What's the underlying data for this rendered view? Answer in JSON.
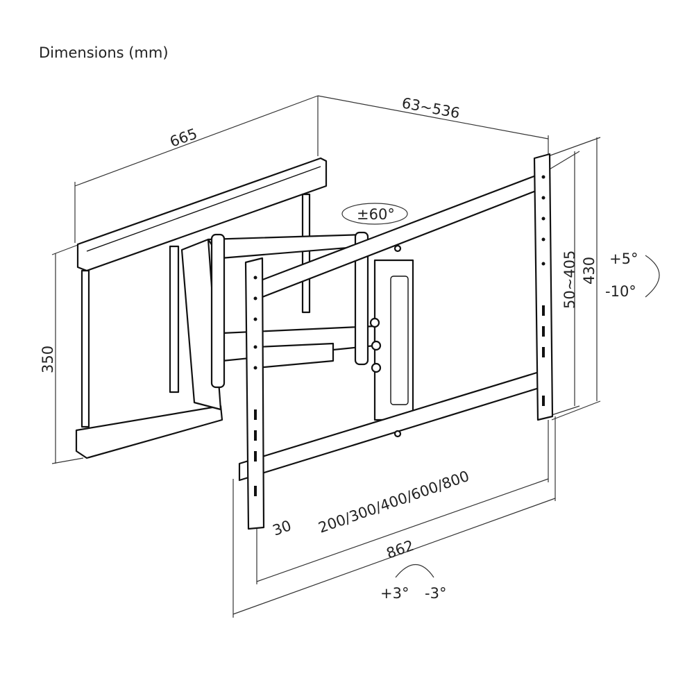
{
  "title": "Dimensions (mm)",
  "dimensions": {
    "plate_width": "665",
    "extension": "63~536",
    "swivel": "±60°",
    "vesa_vertical": "50~405",
    "bracket_height": "430",
    "tilt_up": "+5°",
    "tilt_down": "-10°",
    "plate_height": "350",
    "offset": "30",
    "vesa_horizontal": "200/300/400/600/800",
    "bracket_width": "862",
    "level_plus": "+3°",
    "level_minus": "-3°"
  }
}
